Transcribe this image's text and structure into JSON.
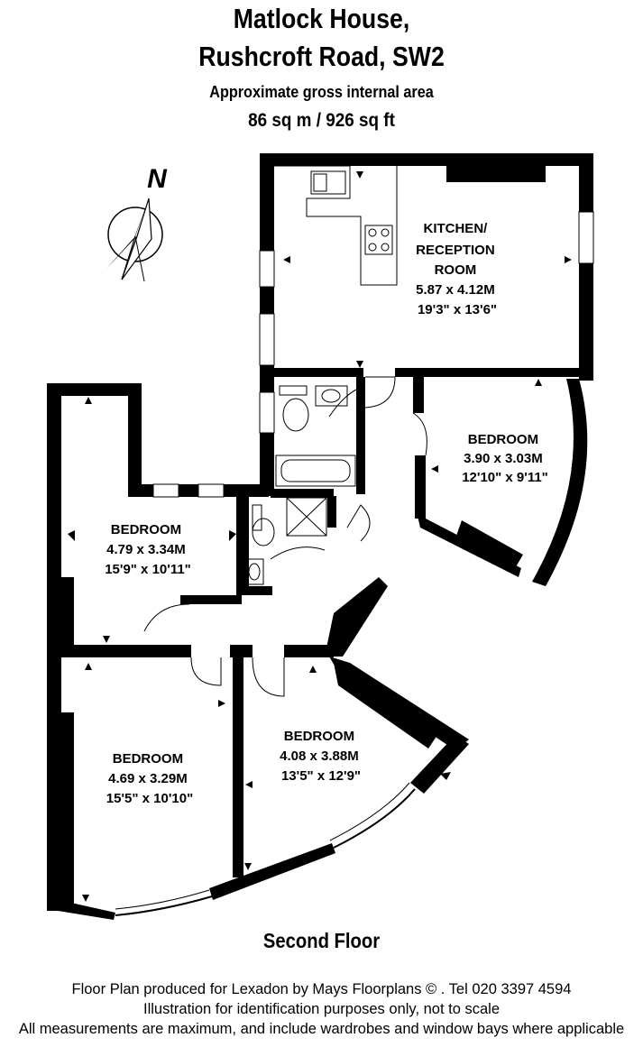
{
  "header": {
    "line1": "Matlock House,",
    "line2": "Rushcroft Road, SW2",
    "area_label": "Approximate gross internal area",
    "area_value": "86 sq m  /  926 sq ft"
  },
  "compass": {
    "label": "N"
  },
  "rooms": [
    {
      "id": "kitchen",
      "lines": [
        "KITCHEN/",
        "RECEPTION",
        "ROOM",
        "5.87 x 4.12M",
        "19'3\" x 13'6\""
      ]
    },
    {
      "id": "bedroom_east",
      "lines": [
        "BEDROOM",
        "3.90 x 3.03M",
        "12'10\" x 9'11\""
      ]
    },
    {
      "id": "bedroom_mid_west",
      "lines": [
        "BEDROOM",
        "4.79 x 3.34M",
        "15'9\" x 10'11\""
      ]
    },
    {
      "id": "bedroom_south_west",
      "lines": [
        "BEDROOM",
        "4.69 x 3.29M",
        "15'5\" x 10'10\""
      ]
    },
    {
      "id": "bedroom_south",
      "lines": [
        "BEDROOM",
        "4.08 x 3.88M",
        "13'5\" x 12'9\""
      ]
    }
  ],
  "floor_name": "Second Floor",
  "footer": {
    "line1": "Floor Plan produced for Lexadon by Mays Floorplans © . Tel 020 3397 4594",
    "line2": "Illustration for identification purposes only, not to scale",
    "line3": "All measurements are maximum, and include wardrobes and window bays where applicable"
  }
}
